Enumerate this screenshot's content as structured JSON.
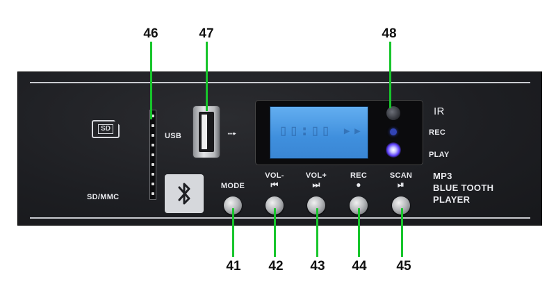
{
  "callouts": {
    "n46": "46",
    "n47": "47",
    "n48": "48",
    "n41": "41",
    "n42": "42",
    "n43": "43",
    "n44": "44",
    "n45": "45"
  },
  "panel": {
    "sd_mmc_label": "SD/MMC",
    "sd_logo_text": "SD",
    "usb_label": "USB",
    "usb_symbol": "⭬",
    "lcd_text": "▯▯:▯▯ ▸▸",
    "ir_label": "IR",
    "rec_indicator_label": "REC",
    "play_indicator_label": "PLAY",
    "product_line1": "MP3",
    "product_line2": "BLUE TOOTH",
    "product_line3": "PLAYER"
  },
  "buttons": {
    "mode": {
      "label": "MODE"
    },
    "vol_minus": {
      "label": "VOL-",
      "glyph": "⏮"
    },
    "vol_plus": {
      "label": "VOL+",
      "glyph": "⏭"
    },
    "rec": {
      "label": "REC",
      "glyph": "●"
    },
    "scan": {
      "label": "SCAN",
      "glyph": "⏯"
    }
  },
  "colors": {
    "leader_line": "#17c52b",
    "panel": "#1d1e22",
    "lcd": "#4a98e6",
    "play_led": "#5b3dfa"
  }
}
